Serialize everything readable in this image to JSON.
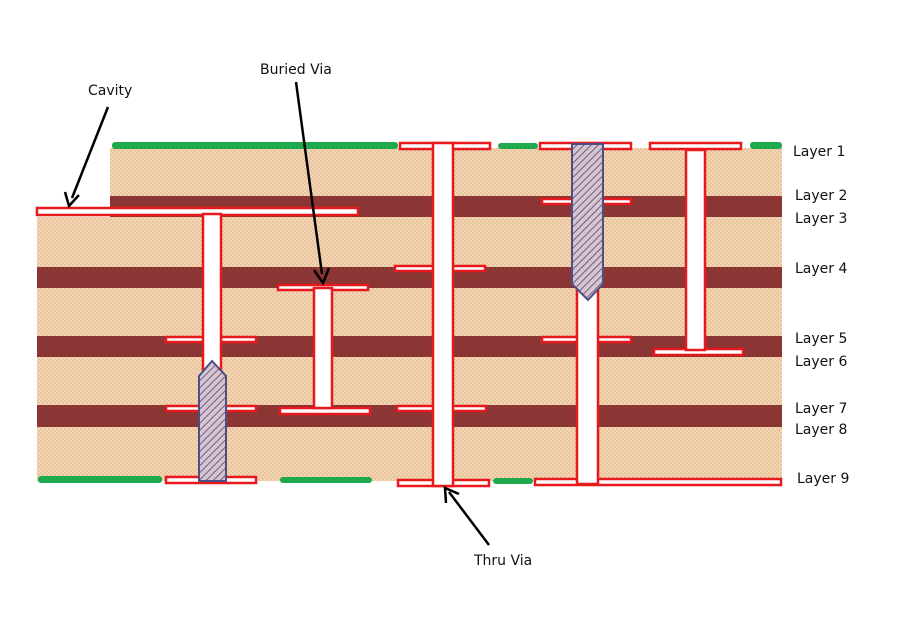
{
  "labels": {
    "cavity": "Cavity",
    "buried_via": "Buried Via",
    "thru_via": "Thru Via",
    "layer_1": "Layer 1",
    "layer_2": "Layer 2",
    "layer_3": "Layer 3",
    "layer_4": "Layer 4",
    "layer_5": "Layer 5",
    "layer_6": "Layer 6",
    "layer_7": "Layer 7",
    "layer_8": "Layer 8",
    "layer_9": "Layer 9"
  },
  "colors": {
    "dielectric": "#f3d6b4",
    "dielectric_dots": "#d9a679",
    "prepreg": "#8b3535",
    "copper_outline": "#e8181c",
    "pad_fill": "#ffffff",
    "via_fill": "#ffffff",
    "solder_mask": "#1fa94f",
    "filled_via": "#b9a7b8",
    "filled_via_outline": "#4b4f86",
    "arrow": "#000000"
  }
}
